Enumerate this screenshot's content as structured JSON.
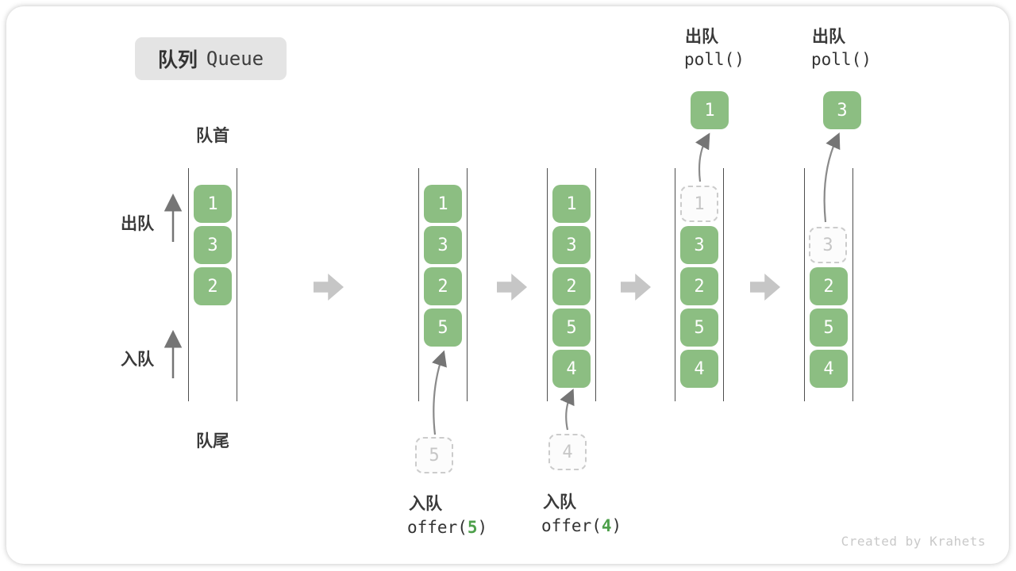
{
  "title_badge": {
    "zh": "队列",
    "en": "Queue"
  },
  "queue_labels": {
    "front": "队首",
    "rear": "队尾",
    "dequeue": "出队",
    "enqueue": "入队"
  },
  "states": [
    {
      "boxes": [
        "1",
        "3",
        "2"
      ]
    },
    {
      "boxes": [
        "1",
        "3",
        "2",
        "5"
      ],
      "staged": "5",
      "op": {
        "label": "入队",
        "fn": "offer(",
        "arg": "5",
        "close": ")"
      }
    },
    {
      "boxes": [
        "1",
        "3",
        "2",
        "5",
        "4"
      ],
      "staged": "4",
      "op": {
        "label": "入队",
        "fn": "offer(",
        "arg": "4",
        "close": ")"
      }
    },
    {
      "ghost": "1",
      "boxes": [
        "3",
        "2",
        "5",
        "4"
      ],
      "popped": "1",
      "op": {
        "label": "出队",
        "fn": "poll()"
      }
    },
    {
      "ghost": "3",
      "boxes": [
        "2",
        "5",
        "4"
      ],
      "popped": "3",
      "op": {
        "label": "出队",
        "fn": "poll()"
      }
    }
  ],
  "watermark": "Created by Krahets",
  "colors": {
    "box_green": "#8cbe82",
    "op_arg_green": "#4ea04b",
    "block_arrow_gray": "#c6c6c6",
    "queue_line": "#4e4e4e",
    "dashed_border": "#cccccc",
    "ghost_text": "#c6c6c6",
    "text": "#3b3b3b",
    "badge_bg": "#e4e4e4",
    "watermark": "#c9c9c9"
  }
}
